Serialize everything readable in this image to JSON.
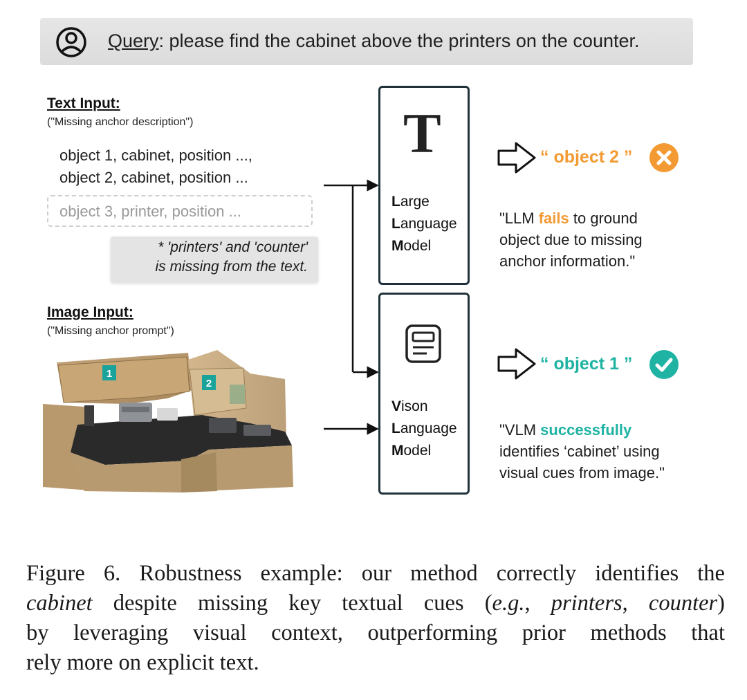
{
  "query": {
    "label": "Query",
    "text": ": please find the cabinet above the printers on the counter."
  },
  "text_input": {
    "heading": "Text Input:",
    "subtitle": "(\"Missing anchor description\")",
    "objects": [
      "object 1, cabinet, position ...,",
      "object 2, cabinet, position ..."
    ],
    "missing_object": "object 3, printer,  position ...",
    "note_line1": "* 'printers' and 'counter'",
    "note_line2": "is missing from the text."
  },
  "image_input": {
    "heading": "Image Input:",
    "subtitle": "(\"Missing anchor prompt\")",
    "markers": [
      "1",
      "2"
    ]
  },
  "llm": {
    "icon_letter": "T",
    "name_lines": [
      {
        "first": "L",
        "rest": "arge"
      },
      {
        "first": "L",
        "rest": "anguage"
      },
      {
        "first": "M",
        "rest": "odel"
      }
    ],
    "result_text": "“ object 2 ”",
    "result_color": "#f39a32",
    "quote_lines": [
      {
        "pre": "\"LLM ",
        "hl": "fails",
        "post": " to ground"
      },
      {
        "pre": "object due to missing",
        "hl": "",
        "post": ""
      },
      {
        "pre": "anchor information.\"",
        "hl": "",
        "post": ""
      }
    ]
  },
  "vlm": {
    "name_lines": [
      {
        "first": "V",
        "rest": "ison"
      },
      {
        "first": "L",
        "rest": "anguage"
      },
      {
        "first": "M",
        "rest": "odel"
      }
    ],
    "result_text": "“ object 1 ”",
    "result_color": "#1fb3a3",
    "quote_lines": [
      {
        "pre": "\"VLM ",
        "hl": "successfully",
        "post": ""
      },
      {
        "pre": "identifies ‘cabinet’ using",
        "hl": "",
        "post": ""
      },
      {
        "pre": "visual cues from image.\"",
        "hl": "",
        "post": ""
      }
    ]
  },
  "caption": {
    "line1": "Figure 6. Robustness example: our method correctly identifies the",
    "line2_em1": "cabinet",
    "line2_mid": " despite missing key textual cues (",
    "line2_em2": "e.g.",
    "line2_c1": ", ",
    "line2_em3": "printers",
    "line2_c2": ", ",
    "line2_em4": "counter",
    "line2_end": ")",
    "line3": "by leveraging visual context, outperforming prior methods that",
    "line4": "rely more on explicit text."
  },
  "colors": {
    "fail": "#f39a32",
    "success": "#1fb3a3",
    "box_border": "#20313a"
  }
}
